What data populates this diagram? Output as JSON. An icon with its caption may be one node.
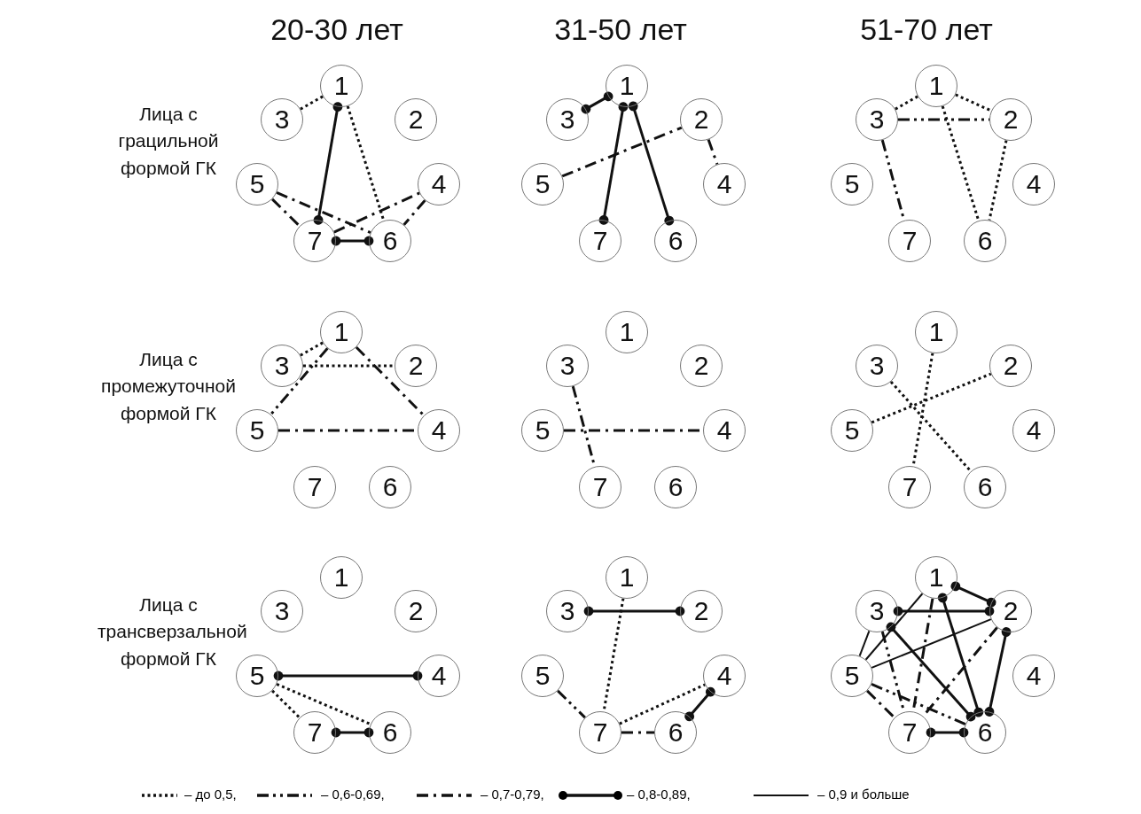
{
  "diagram": {
    "nodes": [
      {
        "text": [
          "1"
        ]
      },
      {
        "text": [
          "2"
        ]
      },
      {
        "text": [
          "3"
        ]
      },
      {
        "text": [
          "4"
        ]
      },
      {
        "text": [
          "5"
        ]
      },
      {
        "text": [
          "6"
        ]
      },
      {
        "text": [
          "7"
        ]
      },
      {
        "text": [
          "1"
        ]
      },
      {
        "text": [
          "2"
        ]
      },
      {
        "text": [
          "3"
        ]
      },
      {
        "text": [
          "4"
        ]
      },
      {
        "text": [
          "5"
        ]
      },
      {
        "text": [
          "6"
        ]
      },
      {
        "text": [
          "7"
        ]
      },
      {
        "text": [
          "1"
        ]
      },
      {
        "text": [
          "2"
        ]
      },
      {
        "text": [
          "3"
        ]
      },
      {
        "text": [
          "4"
        ]
      },
      {
        "text": [
          "5"
        ]
      },
      {
        "text": [
          "6"
        ]
      },
      {
        "text": [
          "7"
        ]
      },
      {
        "text": [
          "1"
        ]
      },
      {
        "text": [
          "2"
        ]
      },
      {
        "text": [
          "3"
        ]
      },
      {
        "text": [
          "4"
        ]
      },
      {
        "text": [
          "5"
        ]
      },
      {
        "text": [
          "6"
        ]
      },
      {
        "text": [
          "7"
        ]
      },
      {
        "text": [
          "1"
        ]
      },
      {
        "text": [
          "2"
        ]
      },
      {
        "text": [
          "3"
        ]
      },
      {
        "text": [
          "4"
        ]
      },
      {
        "text": [
          "5"
        ]
      },
      {
        "text": [
          "6"
        ]
      },
      {
        "text": [
          "7"
        ]
      },
      {
        "text": [
          "1"
        ]
      },
      {
        "text": [
          "2"
        ]
      },
      {
        "text": [
          "3"
        ]
      },
      {
        "text": [
          "4"
        ]
      },
      {
        "text": [
          "5"
        ]
      },
      {
        "text": [
          "6"
        ]
      },
      {
        "text": [
          "7"
        ]
      },
      {
        "text": [
          "1"
        ]
      },
      {
        "text": [
          "2"
        ]
      },
      {
        "text": [
          "3"
        ]
      },
      {
        "text": [
          "4"
        ]
      },
      {
        "text": [
          "5"
        ]
      },
      {
        "text": [
          "6"
        ]
      },
      {
        "text": [
          "7"
        ]
      },
      {
        "text": [
          "1"
        ]
      },
      {
        "text": [
          "2"
        ]
      },
      {
        "text": [
          "3"
        ]
      },
      {
        "text": [
          "4"
        ]
      },
      {
        "text": [
          "5"
        ]
      },
      {
        "text": [
          "6"
        ]
      },
      {
        "text": [
          "7"
        ]
      },
      {
        "text": [
          "1"
        ]
      },
      {
        "text": [
          "2"
        ]
      },
      {
        "text": [
          "3"
        ]
      },
      {
        "text": [
          "4"
        ]
      },
      {
        "text": [
          "5"
        ]
      },
      {
        "text": [
          "6"
        ]
      },
      {
        "text": [
          "7"
        ]
      }
    ],
    "edges": [
      {
        "from": 2,
        "to": 0,
        "arrow": "none",
        "style": "dashed"
      },
      {
        "from": 0,
        "to": 6,
        "arrow": "other"
      },
      {
        "from": 0,
        "to": 5,
        "arrow": "none",
        "style": "dashed"
      },
      {
        "from": 4,
        "to": 5,
        "arrow": "none",
        "style": "dashed"
      },
      {
        "from": 6,
        "to": 3,
        "arrow": "none",
        "style": "dashed"
      },
      {
        "from": 4,
        "to": 6,
        "arrow": "none",
        "style": "dashed"
      },
      {
        "from": 3,
        "to": 5,
        "arrow": "none",
        "style": "dashed"
      },
      {
        "from": 6,
        "to": 5,
        "arrow": "other"
      },
      {
        "from": 9,
        "to": 7,
        "arrow": "other"
      },
      {
        "from": 7,
        "to": 13,
        "arrow": "other"
      },
      {
        "from": 7,
        "to": 12,
        "arrow": "other"
      },
      {
        "from": 11,
        "to": 8,
        "arrow": "none",
        "style": "dashed"
      },
      {
        "from": 8,
        "to": 10,
        "arrow": "none",
        "style": "dashed"
      },
      {
        "from": 16,
        "to": 14,
        "arrow": "none",
        "style": "dashed"
      },
      {
        "from": 14,
        "to": 15,
        "arrow": "none",
        "style": "dashed"
      },
      {
        "from": 14,
        "to": 19,
        "arrow": "none",
        "style": "dashed"
      },
      {
        "from": 15,
        "to": 19,
        "arrow": "none",
        "style": "dashed"
      },
      {
        "from": 16,
        "to": 15,
        "arrow": "none",
        "style": "dashed"
      },
      {
        "from": 16,
        "to": 20,
        "arrow": "none",
        "style": "dashed"
      },
      {
        "from": 23,
        "to": 21,
        "arrow": "none",
        "style": "dashed"
      },
      {
        "from": 23,
        "to": 22,
        "arrow": "none",
        "style": "dashed"
      },
      {
        "from": 21,
        "to": 25,
        "arrow": "none",
        "style": "dashed"
      },
      {
        "from": 21,
        "to": 24,
        "arrow": "none",
        "style": "dashed"
      },
      {
        "from": 25,
        "to": 24,
        "arrow": "none",
        "style": "dashed"
      },
      {
        "from": 30,
        "to": 34,
        "arrow": "none",
        "style": "dashed"
      },
      {
        "from": 32,
        "to": 31,
        "arrow": "none",
        "style": "dashed"
      },
      {
        "from": 37,
        "to": 40,
        "arrow": "none",
        "style": "dashed"
      },
      {
        "from": 35,
        "to": 41,
        "arrow": "none",
        "style": "dashed"
      },
      {
        "from": 39,
        "to": 36,
        "arrow": "none",
        "style": "dashed"
      },
      {
        "from": 46,
        "to": 45,
        "arrow": "other"
      },
      {
        "from": 46,
        "to": 47,
        "arrow": "none",
        "style": "dashed"
      },
      {
        "from": 46,
        "to": 48,
        "arrow": "none",
        "style": "dashed"
      },
      {
        "from": 48,
        "to": 47,
        "arrow": "other"
      },
      {
        "from": 51,
        "to": 50,
        "arrow": "other"
      },
      {
        "from": 49,
        "to": 55,
        "arrow": "none",
        "style": "dashed"
      },
      {
        "from": 53,
        "to": 55,
        "arrow": "none",
        "style": "dashed"
      },
      {
        "from": 55,
        "to": 52,
        "arrow": "none",
        "style": "dashed"
      },
      {
        "from": 52,
        "to": 54,
        "arrow": "other"
      },
      {
        "from": 55,
        "to": 54,
        "arrow": "none",
        "style": "dashed"
      },
      {
        "from": 56,
        "to": 57,
        "arrow": "other"
      },
      {
        "from": 58,
        "to": 57,
        "arrow": "other"
      },
      {
        "from": 56,
        "to": 61,
        "arrow": "other"
      },
      {
        "from": 57,
        "to": 61,
        "arrow": "other"
      },
      {
        "from": 58,
        "to": 61,
        "arrow": "other"
      },
      {
        "from": 62,
        "to": 61,
        "arrow": "other"
      },
      {
        "from": 60,
        "to": 56,
        "arrow": "none"
      },
      {
        "from": 60,
        "to": 57,
        "arrow": "none"
      },
      {
        "from": 58,
        "to": 60,
        "arrow": "none"
      },
      {
        "from": 60,
        "to": 62,
        "arrow": "none",
        "style": "dashed"
      },
      {
        "from": 60,
        "to": 61,
        "arrow": "none",
        "style": "dashed"
      },
      {
        "from": 58,
        "to": 62,
        "arrow": "none",
        "style": "dashed"
      },
      {
        "from": 56,
        "to": 62,
        "arrow": "none",
        "style": "dashed"
      },
      {
        "from": 57,
        "to": 62,
        "arrow": "none",
        "style": "dashed"
      }
    ],
    "labels": [
      "20-30 лет",
      "31-50 лет",
      "51-70 лет",
      "Лица с грацильной формой ГК",
      "Лица с промежуточной формой ГК",
      "Лица с трансверзальной формой ГК"
    ],
    "legend": [
      {
        "text": "– до 0,5,"
      },
      {
        "text": "– 0,6-0,69,"
      },
      {
        "text": "– 0,7-0,79,"
      },
      {
        "text": "– 0,8-0,89,"
      },
      {
        "text": "– 0,9 и больше"
      }
    ]
  }
}
